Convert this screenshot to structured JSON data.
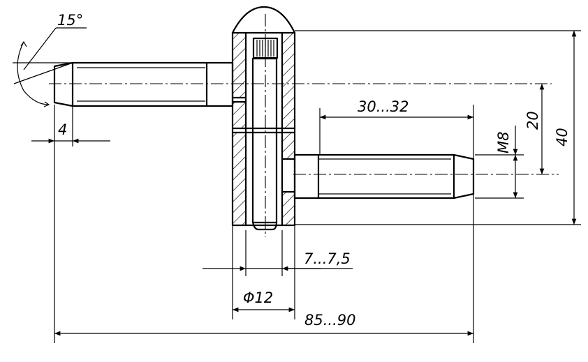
{
  "dimensions": {
    "angle": "15°",
    "chamfer": "4",
    "thread_length": "30...32",
    "thread_size": "M8",
    "offset": "20",
    "height": "40",
    "hole_depth": "7...7,5",
    "diameter": "Φ12",
    "total_length": "85...90"
  }
}
